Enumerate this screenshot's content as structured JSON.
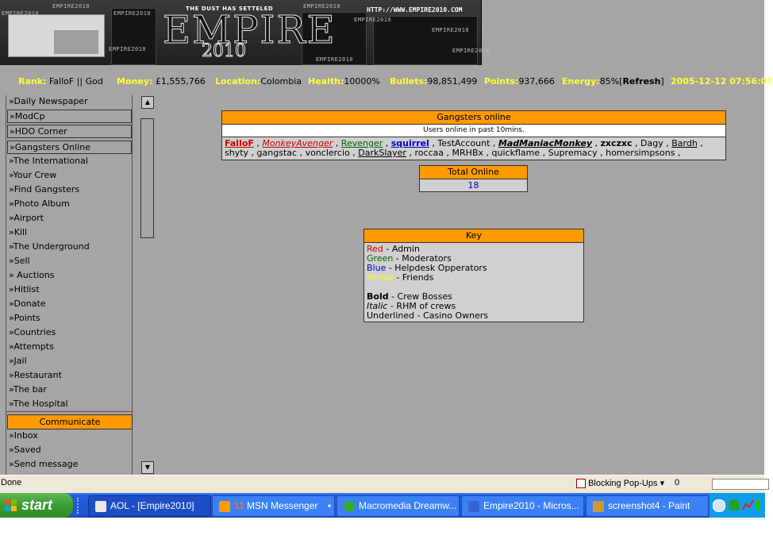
{
  "banner": {
    "tagline": "THE DUST HAS SETTELED",
    "logo": "EMPIRE",
    "logo_year": "2010",
    "url": "HTTP://WWW.EMPIRE2010.COM",
    "watermark": "EMPIRE2010"
  },
  "status": {
    "rank_label": "Rank:",
    "rank_value": "FalloF || God",
    "money_label": "Money:",
    "money_value": "£1,555,766",
    "location_label": "Location:",
    "location_value": "Colombia",
    "health_label": "Health:",
    "health_value": "10000%",
    "bullets_label": "Bullets:",
    "bullets_value": "98,851,499",
    "points_label": "Points:",
    "points_value": "937,666",
    "energy_label": "Energy:",
    "energy_value": "85%",
    "refresh_open": "[",
    "refresh_label": "Refresh",
    "refresh_close": "]",
    "datetime": "2005-12-12 07:56:07"
  },
  "sidebar": {
    "top_link": "»Daily Newspaper",
    "boxed": [
      "»ModCp",
      "»HDO Corner",
      "»Gangsters Online"
    ],
    "links": [
      "»The International",
      "»Your Crew",
      "»Find Gangsters",
      "»Photo Album",
      "»Airport",
      "»Kill",
      "»The Underground",
      "»Sell",
      "» Auctions",
      "»Hitlist",
      "»Donate",
      "»Points",
      "»Countries",
      "»Attempts",
      "»Jail",
      "»Restaurant",
      "»The bar",
      "»The Hospital"
    ],
    "communicate_header": "Communicate",
    "comm_links": [
      "»Inbox",
      "»Saved",
      "»Send message"
    ]
  },
  "scroll": {
    "up": "▲",
    "down": "▼"
  },
  "gangsters_online": {
    "title": "Gangsters online",
    "subtitle": "Users online in past 10mins.",
    "users": [
      {
        "name": "FalloF",
        "style": "admin"
      },
      {
        "name": "MonkeyAvenger",
        "style": "red-italic"
      },
      {
        "name": "Revenger",
        "style": "green"
      },
      {
        "name": "squirrel",
        "style": "blue"
      },
      {
        "name": "TestAccount",
        "style": "plain"
      },
      {
        "name": "MadManiacMonkey",
        "style": "bold-italic-underline"
      },
      {
        "name": "zxczxc",
        "style": "bold"
      },
      {
        "name": "Dagy",
        "style": "plain"
      },
      {
        "name": "Bardh",
        "style": "underline"
      },
      {
        "name": "shyty",
        "style": "plain"
      },
      {
        "name": "gangstac",
        "style": "plain"
      },
      {
        "name": "vonclercio",
        "style": "plain"
      },
      {
        "name": "DarkSlayer",
        "style": "underline"
      },
      {
        "name": "roccaa",
        "style": "plain"
      },
      {
        "name": "MRHBx",
        "style": "plain"
      },
      {
        "name": "quickflame",
        "style": "plain"
      },
      {
        "name": "Supremacy",
        "style": "plain"
      },
      {
        "name": "homersimpsons",
        "style": "plain"
      }
    ],
    "separator": " , ",
    "trailing": " ,"
  },
  "total_online": {
    "title": "Total Online",
    "value": "18"
  },
  "key": {
    "title": "Key",
    "color_rows": [
      {
        "word": "Red",
        "color": "#cc0000",
        "desc": " - Admin"
      },
      {
        "word": "Green",
        "color": "#006600",
        "desc": " - Moderators"
      },
      {
        "word": "Blue",
        "color": "#0000cc",
        "desc": " - Helpdesk Opperators"
      },
      {
        "word": "Yellow",
        "color": "#ffff00",
        "desc": " - Friends"
      }
    ],
    "style_rows": [
      {
        "word": "Bold",
        "style": "bold",
        "desc": " - Crew Bosses"
      },
      {
        "word": "Italic",
        "style": "italic",
        "desc": " - RHM of crews"
      },
      {
        "word": "Underlined",
        "style": "plain",
        "desc": " - Casino Owners"
      }
    ]
  },
  "browser_status": {
    "text": "Done",
    "popups": "Blocking Pop-Ups",
    "popups_arrow": "▾",
    "count": "0"
  },
  "taskbar": {
    "start": "start",
    "tasks": [
      {
        "label": "AOL - [Empire2010]",
        "active": true,
        "icon_color": "#e8e8e8"
      },
      {
        "label": "11",
        "label2": " MSN Messenger",
        "active": false,
        "icon_color": "#ff9900"
      },
      {
        "label": "Macromedia Dreamw...",
        "active": false,
        "icon_color": "#33aa33"
      },
      {
        "label": "Empire2010 - Micros...",
        "active": false,
        "icon_color": "#3366cc"
      },
      {
        "label": "screenshot4 - Paint",
        "active": false,
        "icon_color": "#cc9933"
      }
    ]
  }
}
